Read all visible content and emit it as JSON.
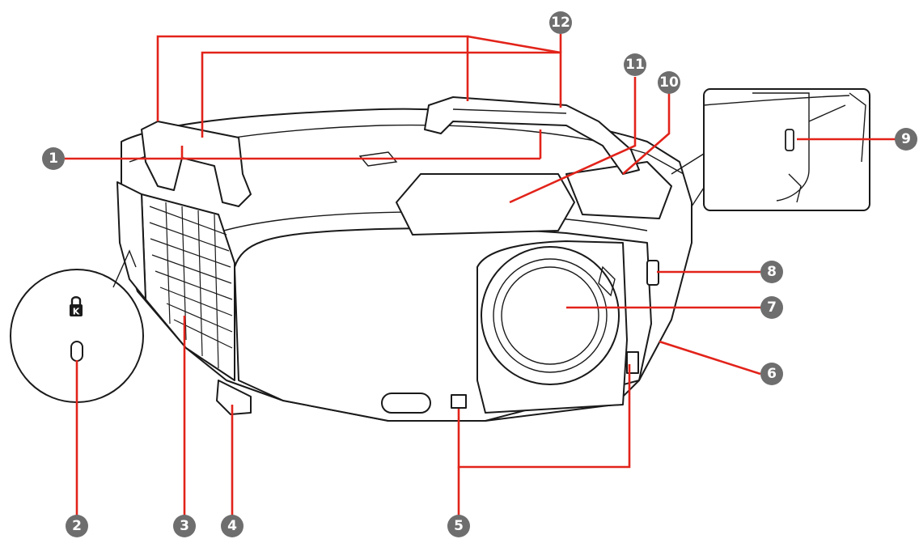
{
  "diagram": {
    "callouts": [
      {
        "id": "c1",
        "label": "1"
      },
      {
        "id": "c2",
        "label": "2"
      },
      {
        "id": "c3",
        "label": "3"
      },
      {
        "id": "c4",
        "label": "4"
      },
      {
        "id": "c5",
        "label": "5"
      },
      {
        "id": "c6",
        "label": "6"
      },
      {
        "id": "c7",
        "label": "7"
      },
      {
        "id": "c8",
        "label": "8"
      },
      {
        "id": "c9",
        "label": "9"
      },
      {
        "id": "c10",
        "label": "10"
      },
      {
        "id": "c11",
        "label": "11"
      },
      {
        "id": "c12",
        "label": "12"
      }
    ],
    "security_slot_symbol": "kensington-lock-icon"
  },
  "colors": {
    "leader_line": "#e2231a",
    "callout_fill": "#6e6e6e",
    "outline": "#1a1a1a",
    "background": "#ffffff"
  }
}
